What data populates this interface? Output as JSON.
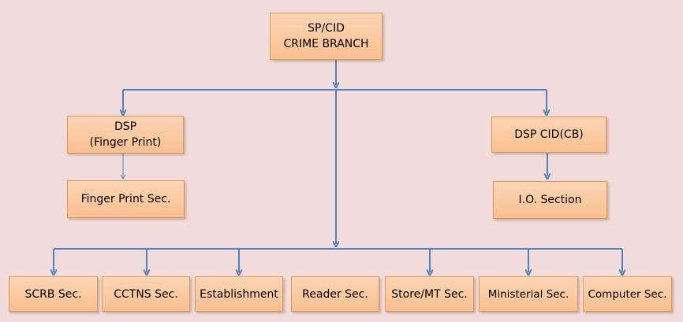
{
  "nodes": {
    "root": {
      "line1": "SP/CID",
      "line2": "CRIME BRANCH"
    },
    "dsp_fp": {
      "line1": "DSP",
      "line2": "(Finger Print)"
    },
    "dsp_cb": {
      "label": "DSP CID(CB)"
    },
    "fp_sec": {
      "label": "Finger Print Sec."
    },
    "io_sec": {
      "label": "I.O. Section"
    },
    "sections": [
      {
        "label": "SCRB Sec."
      },
      {
        "label": "CCTNS Sec."
      },
      {
        "label": "Establishment"
      },
      {
        "label": "Reader Sec."
      },
      {
        "label": "Store/MT Sec."
      },
      {
        "label": "Ministerial Sec."
      },
      {
        "label": "Computer Sec."
      }
    ]
  },
  "colors": {
    "background": "#f2dcdb",
    "box_fill": "#fac090",
    "box_border": "#d99a5e",
    "connector": "#4f81bd"
  }
}
